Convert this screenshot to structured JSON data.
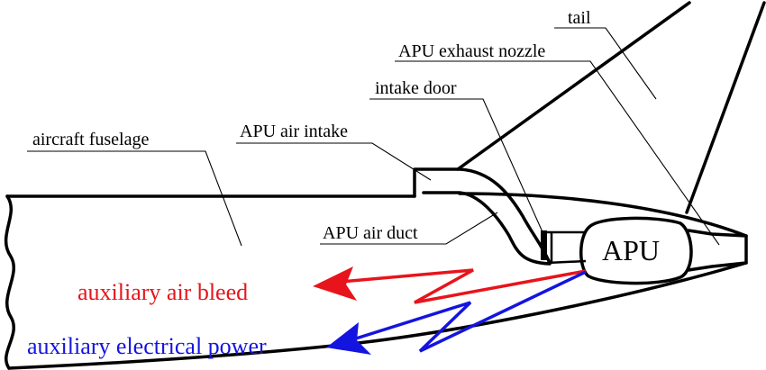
{
  "labels": {
    "tail": "tail",
    "exhaust_nozzle": "APU exhaust nozzle",
    "intake_door": "intake door",
    "air_intake": "APU air intake",
    "fuselage": "aircraft fuselage",
    "air_duct": "APU air duct",
    "apu": "APU",
    "air_bleed": "auxiliary air bleed",
    "electrical_power": "auxiliary electrical power"
  },
  "colors": {
    "air_bleed": "#e8141b",
    "electrical_power": "#1414e0",
    "outline": "#000000"
  }
}
